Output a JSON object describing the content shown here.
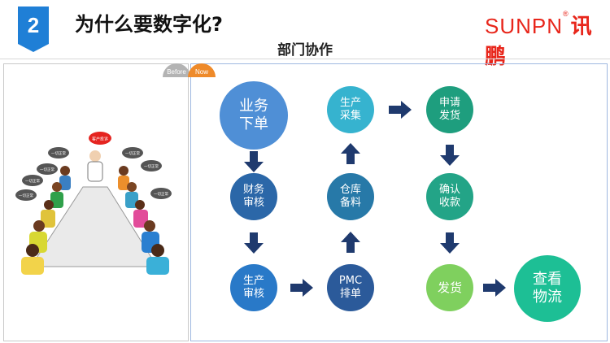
{
  "header": {
    "section_number": "2",
    "title": "为什么要数字化?",
    "subtitle": "部门协作",
    "logo_en": "SUNPN",
    "logo_cn": "讯鹏",
    "logo_mark": "®"
  },
  "tabs": {
    "before": "Before",
    "now": "Now"
  },
  "illustration": {
    "speech_top": "客户投诉",
    "speech_bubbles": [
      "一切正常",
      "一切正常",
      "一切正常",
      "一切正常",
      "一切正常",
      "一切正常",
      "一切正常"
    ]
  },
  "flow": {
    "nodes": {
      "biz_order": {
        "line1": "业务",
        "line2": "下单",
        "color": "#4f8fd6"
      },
      "finance_review": {
        "line1": "财务",
        "line2": "审核",
        "color": "#2b67a8"
      },
      "production_review": {
        "line1": "生产",
        "line2": "审核",
        "color": "#2979c8"
      },
      "pmc_schedule": {
        "line1": "PMC",
        "line2": "排单",
        "color": "#2b5a9a"
      },
      "warehouse_prepare": {
        "line1": "仓库",
        "line2": "备料",
        "color": "#2779a8"
      },
      "production_purchase": {
        "line1": "生产",
        "line2": "采集",
        "color": "#36b3cf"
      },
      "apply_ship": {
        "line1": "申请",
        "line2": "发货",
        "color": "#1e9e7e"
      },
      "confirm_payment": {
        "line1": "确认",
        "line2": "收款",
        "color": "#23a487"
      },
      "ship": {
        "line1": "发货",
        "line2": "",
        "color": "#7fd05e"
      },
      "view_logistics": {
        "line1": "查看",
        "line2": "物流",
        "color": "#1dbf95"
      }
    },
    "arrow_color": "#1f3a6e"
  }
}
